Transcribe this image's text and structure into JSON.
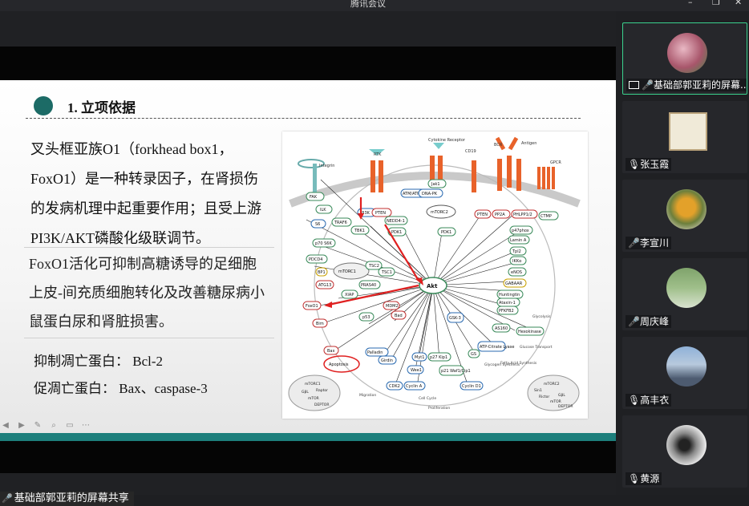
{
  "window": {
    "title": "腾讯会议",
    "controls": [
      "–",
      "❐",
      "✕"
    ]
  },
  "slide": {
    "heading": "1. 立项依据",
    "para1": "叉头框亚族O1（forkhead box1，FoxO1）是一种转录因子，在肾损伤的发病机理中起重要作用；且受上游PI3K/AKT磷酸化级联调节。",
    "para2": "FoxO1活化可抑制高糖诱导的足细胞上皮-间充质细胞转化及改善糖尿病小鼠蛋白尿和肾脏损害。",
    "point1": "抑制凋亡蛋白：  Bcl-2",
    "point2": "促凋亡蛋白：  Bax、caspase-3",
    "tools": [
      "◀",
      "▶",
      "✎",
      "⌕",
      "▭",
      "⋯"
    ]
  },
  "diagram": {
    "center_label": "Akt",
    "labels": {
      "integrin": "Integrin",
      "rtk": "RTK",
      "cytokine": "Cytokine Receptor",
      "cd19": "CD19",
      "bcr": "BCR",
      "antigen": "Antigen",
      "gpcr": "GPCR",
      "fak": "FAK",
      "ilk": "ILK",
      "pi3k": "PI3K",
      "pten": "PTEN",
      "atm": "ATM/ATR",
      "dnapk": "DNA-PK",
      "jak1": "Jak1",
      "mtorc2": "mTORC2",
      "pdk1": "PDK1",
      "tbk1": "TBK1",
      "nedd4": "NEDD4-1",
      "traf6": "TRAF6",
      "s6": "S6",
      "p70": "p70 S6K",
      "pdcd4": "PDCD4",
      "mtorc1": "mTORC1",
      "tsc2": "TSC2",
      "tsc1": "TSC1",
      "bp1": "BP1",
      "atg13": "ATG13",
      "pras40": "PRAS40",
      "xiap": "XIAP",
      "foxo1": "FoxO1",
      "mdm2": "MDM2",
      "p53": "p53",
      "bim": "Bim",
      "bad": "Bad",
      "bax": "Bax",
      "apoptosis": "Apoptosis",
      "palladin": "Palladin",
      "girdin": "Girdin",
      "myt1": "Myt1",
      "p27": "p27 Kip1",
      "p21": "p21 Waf1/Cip1",
      "cdk2": "CDK2",
      "cyclina": "Cyclin A",
      "cyclind1": "Cyclin D1",
      "wee1": "Wee1",
      "gs": "GS",
      "gsk3": "GSK-3",
      "pfkfb2": "PFKFB2",
      "as160": "AS160",
      "hexokinase": "Hexokinase",
      "acly": "ATP-Citrate Lyase",
      "enos": "eNOS",
      "ikk": "IKKα",
      "huntingtin": "Huntingtin",
      "ataxin": "Ataxin-1",
      "gaba": "GABAAR",
      "lamin": "Lamin A",
      "p47": "p47phox",
      "ctmp": "CTMP",
      "philpp": "PHLPP1/2",
      "pp2a": "PP2A",
      "tpl2": "Tpl2",
      "sin1": "Sin1",
      "rictor": "Rictor",
      "mtor": "mTOR",
      "gbl": "GβL",
      "deptor": "DEPTOR",
      "raptor": "Raptor",
      "proliferation": "Proliferation",
      "migration": "Migration",
      "cell_cycle": "Cell Cycle",
      "glycolysis": "Glycolysis",
      "glucose_transport": "Glucose Transport",
      "glycogen": "Glycogen Synthesis",
      "fatty": "Fatty Acid Synthesis"
    }
  },
  "presenter_label": "基础部郭亚莉的屏幕共享",
  "participants": [
    {
      "name": "基础部郭亚莉的屏幕...",
      "active": true,
      "mic": "on"
    },
    {
      "name": "张玉霞",
      "active": false,
      "mic": "muted"
    },
    {
      "name": "李宣川",
      "active": false,
      "mic": "on"
    },
    {
      "name": "周庆峰",
      "active": false,
      "mic": "on"
    },
    {
      "name": "高丰衣",
      "active": false,
      "mic": "muted"
    },
    {
      "name": "黄源",
      "active": false,
      "mic": "muted"
    }
  ],
  "colors": {
    "accent": "#1d7f7c",
    "active_border": "#3ad28e",
    "arrow": "#e02020"
  }
}
